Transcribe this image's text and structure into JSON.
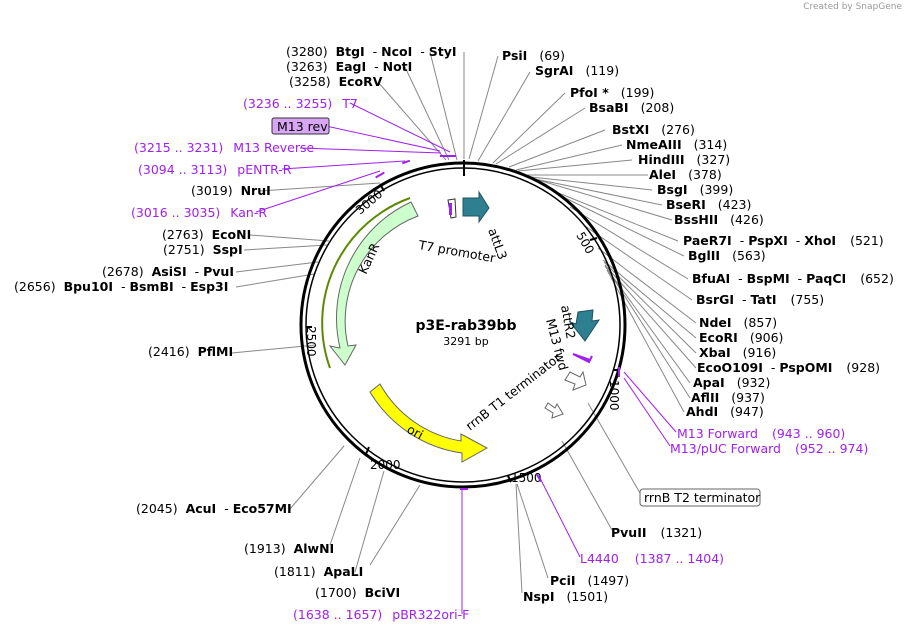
{
  "credit": "Created by SnapGene",
  "plasmid": {
    "name": "p3E-rab39bb",
    "length": "3291 bp"
  },
  "ticks": [
    "500",
    "1000",
    "1500",
    "2000",
    "2500",
    "3000"
  ],
  "features": {
    "attl3": "attL3",
    "t7_promoter": "T7 promoter",
    "kanr": "KanR",
    "attr2": "attR2",
    "m13_fwd": "M13 fwd",
    "rrnb_t1": "rrnB T1 terminator",
    "ori": "ori",
    "rrnb_t2": "rrnB T2 terminator"
  },
  "primers": {
    "t7": {
      "range": "(3236 .. 3255)",
      "name": "T7"
    },
    "m13_rev": {
      "name": "M13 rev"
    },
    "m13_reverse": {
      "range": "(3215 .. 3231)",
      "name": "M13 Reverse"
    },
    "pentr_r": {
      "range": "(3094 .. 3113)",
      "name": "pENTR-R"
    },
    "kan_r": {
      "range": "(3016 .. 3035)",
      "name": "Kan-R"
    },
    "m13_forward": {
      "name": "M13 Forward",
      "range": "(943 .. 960)"
    },
    "m13_puc_forward": {
      "name": "M13/pUC Forward",
      "range": "(952 .. 974)"
    },
    "l4440": {
      "name": "L4440",
      "range": "(1387 .. 1404)"
    },
    "pbr322ori_f": {
      "range": "(1638 .. 1657)",
      "name": "pBR322ori-F"
    }
  },
  "enzymes_left": [
    {
      "pos": "(3280)",
      "names": [
        "BtgI",
        "NcoI",
        "StyI"
      ]
    },
    {
      "pos": "(3263)",
      "names": [
        "EagI",
        "NotI"
      ]
    },
    {
      "pos": "(3258)",
      "names": [
        "EcoRV"
      ]
    },
    {
      "pos": "(3019)",
      "names": [
        "NruI"
      ]
    },
    {
      "pos": "(2763)",
      "names": [
        "EcoNI"
      ]
    },
    {
      "pos": "(2751)",
      "names": [
        "SspI"
      ]
    },
    {
      "pos": "(2678)",
      "names": [
        "AsiSI",
        "PvuI"
      ]
    },
    {
      "pos": "(2656)",
      "names": [
        "Bpu10I",
        "BsmBI",
        "Esp3I"
      ]
    },
    {
      "pos": "(2416)",
      "names": [
        "PflMI"
      ]
    },
    {
      "pos": "(2045)",
      "names": [
        "AcuI",
        "Eco57MI"
      ]
    },
    {
      "pos": "(1913)",
      "names": [
        "AlwNI"
      ]
    },
    {
      "pos": "(1811)",
      "names": [
        "ApaLI"
      ]
    },
    {
      "pos": "(1700)",
      "names": [
        "BciVI"
      ]
    }
  ],
  "enzymes_right": [
    {
      "names": [
        "PsiI"
      ],
      "pos": "(69)"
    },
    {
      "names": [
        "SgrAI"
      ],
      "pos": "(119)"
    },
    {
      "names": [
        "PfoI *"
      ],
      "pos": "(199)"
    },
    {
      "names": [
        "BsaBI"
      ],
      "pos": "(208)"
    },
    {
      "names": [
        "BstXI"
      ],
      "pos": "(276)"
    },
    {
      "names": [
        "NmeAIII"
      ],
      "pos": "(314)"
    },
    {
      "names": [
        "HindIII"
      ],
      "pos": "(327)"
    },
    {
      "names": [
        "AleI"
      ],
      "pos": "(378)"
    },
    {
      "names": [
        "BsgI"
      ],
      "pos": "(399)"
    },
    {
      "names": [
        "BseRI"
      ],
      "pos": "(423)"
    },
    {
      "names": [
        "BssHII"
      ],
      "pos": "(426)"
    },
    {
      "names": [
        "PaeR7I",
        "PspXI",
        "XhoI"
      ],
      "pos": "(521)"
    },
    {
      "names": [
        "BglII"
      ],
      "pos": "(563)"
    },
    {
      "names": [
        "BfuAI",
        "BspMI",
        "PaqCI"
      ],
      "pos": "(652)"
    },
    {
      "names": [
        "BsrGI",
        "TatI"
      ],
      "pos": "(755)"
    },
    {
      "names": [
        "NdeI"
      ],
      "pos": "(857)"
    },
    {
      "names": [
        "EcoRI"
      ],
      "pos": "(906)"
    },
    {
      "names": [
        "XbaI"
      ],
      "pos": "(916)"
    },
    {
      "names": [
        "EcoO109I",
        "PspOMI"
      ],
      "pos": "(928)"
    },
    {
      "names": [
        "ApaI"
      ],
      "pos": "(932)"
    },
    {
      "names": [
        "AflII"
      ],
      "pos": "(937)"
    },
    {
      "names": [
        "AhdI"
      ],
      "pos": "(947)"
    },
    {
      "names": [
        "PvuII"
      ],
      "pos": "(1321)"
    },
    {
      "names": [
        "PciI"
      ],
      "pos": "(1497)"
    },
    {
      "names": [
        "NspI"
      ],
      "pos": "(1501)"
    }
  ],
  "colors": {
    "primer": "#a020f0",
    "kanr": "#ccffcc",
    "ori": "#ffff00",
    "att": "#2e7f8f",
    "backbone": "#000000"
  }
}
